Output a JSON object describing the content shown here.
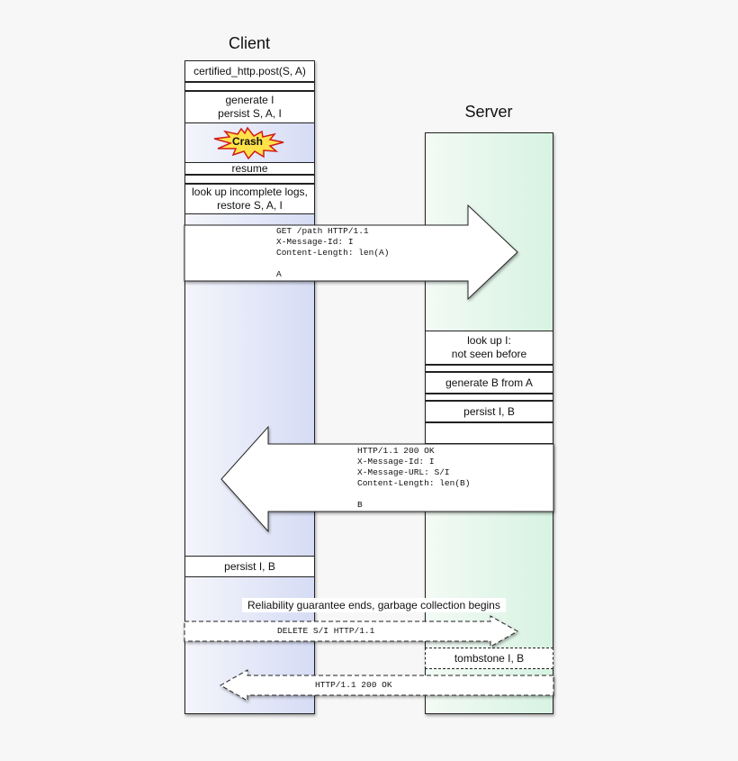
{
  "lanes": {
    "client_title": "Client",
    "server_title": "Server"
  },
  "client_steps": {
    "post": "certified_http.post(S, A)",
    "generate": "generate I\npersist S, A, I",
    "crash": "Crash",
    "resume": "resume",
    "lookup_logs": "look up incomplete logs,\nrestore S, A, I",
    "persist": "persist I, B"
  },
  "server_steps": {
    "lookup": "look up I:\nnot seen before",
    "generate": "generate B from A",
    "persist": "persist I, B",
    "tombstone": "tombstone I, B"
  },
  "messages": {
    "request": "GET /path HTTP/1.1\nX-Message-Id: I\nContent-Length: len(A)\n\nA",
    "response": "HTTP/1.1 200 OK\nX-Message-Id: I\nX-Message-URL: S/I\nContent-Length: len(B)\n\nB",
    "delete": "DELETE S/I HTTP/1.1",
    "delete_ok": "HTTP/1.1 200 OK"
  },
  "notes": {
    "gc": "Reliability guarantee ends, garbage collection begins"
  },
  "colors": {
    "client_lane": "#d6dcf5",
    "server_lane": "#d7f3e2",
    "crash_fill": "#ffe24a",
    "crash_stroke": "#d11a1a"
  }
}
